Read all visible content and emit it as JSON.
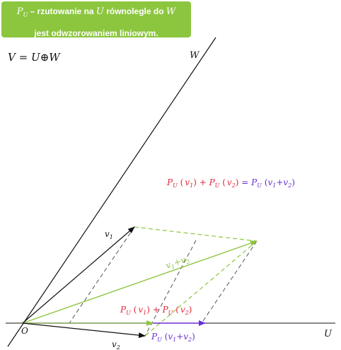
{
  "banner": {
    "p": "P",
    "p_sub": "U",
    "text1": " – rzutowanie na ",
    "u": "U",
    "text2": " równolegle do ",
    "w": "W",
    "line2": "jest odwzorowaniem liniowym."
  },
  "decomposition": {
    "v": "V",
    "eq": " = ",
    "u": "U",
    "plus": "⊕",
    "w": "W"
  },
  "labels": {
    "axis_w": "W",
    "axis_u": "U",
    "origin": "O",
    "v1": "v",
    "v1_sub": "1",
    "v2": "v",
    "v2_sub": "2",
    "sum": "v",
    "sum_sub1": "1",
    "sum_plus": "+",
    "sum_v": "v",
    "sum_sub2": "2",
    "p": "P",
    "p_sub": "U",
    "open": " (",
    "close": ")",
    "plus": " + ",
    "equals": " = "
  },
  "colors": {
    "banner": "#8cc63f",
    "red": "#e0283c",
    "purple": "#6a2fd6",
    "green": "#8cc63f",
    "black": "#111111",
    "dash_gray": "#555555"
  }
}
